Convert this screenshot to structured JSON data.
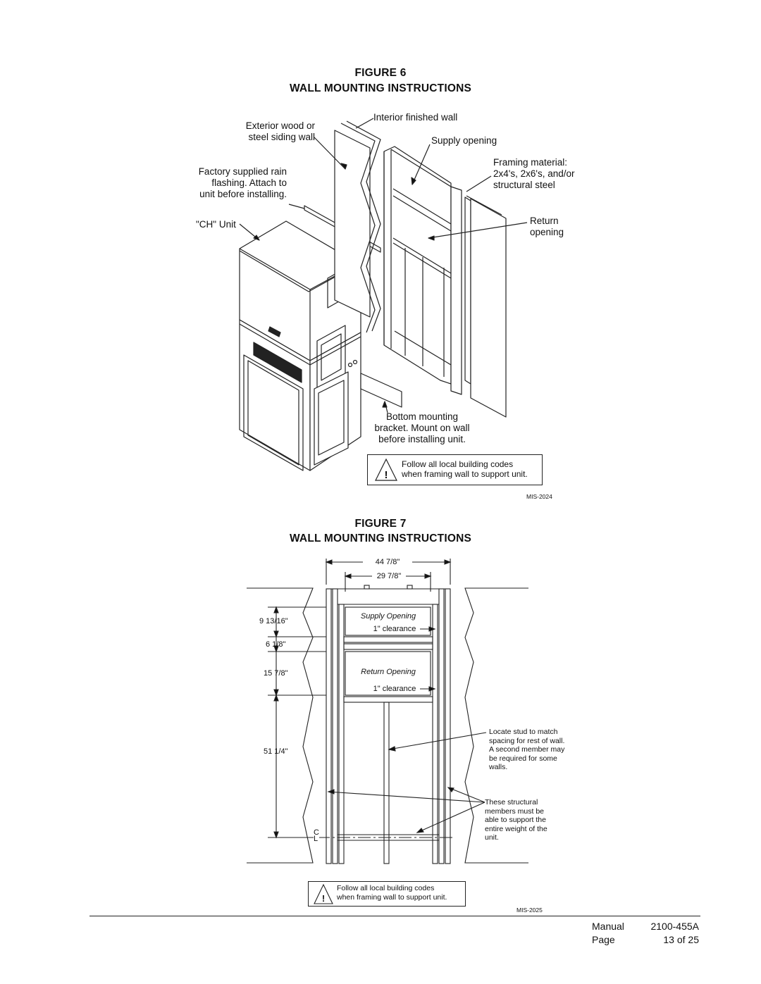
{
  "figure6": {
    "number": "FIGURE  6",
    "title": "WALL MOUNTING INSTRUCTIONS",
    "labels": {
      "exterior_wall": "Exterior wood or\nsteel siding wall",
      "interior_wall": "Interior finished wall",
      "supply_opening": "Supply opening",
      "framing": "Framing material:\n2x4's, 2x6's, and/or\nstructural steel",
      "rain_flashing": "Factory supplied rain\nflashing. Attach to\nunit before installing.",
      "ch_unit": "\"CH\" Unit",
      "return_opening": "Return\nopening",
      "bottom_bracket": "Bottom mounting\nbracket. Mount on wall\nbefore installing unit."
    },
    "warning": "Follow all local building codes\nwhen framing wall to support unit.",
    "code": "MIS-2024"
  },
  "figure7": {
    "number": "FIGURE  7",
    "title": "WALL MOUNTING INSTRUCTIONS",
    "dims": {
      "overall_width": "44 7/8\"",
      "inner_width": "29 7/8\"",
      "d1": "9 13/16\"",
      "d2": "6 1/8\"",
      "d3": "15 7/8\"",
      "d4": "51 1/4\""
    },
    "supply_opening": "Supply Opening",
    "return_opening": "Return Opening",
    "clearance": "1\" clearance",
    "centerline": "C\nL",
    "note_stud": "Locate stud to match\nspacing for rest of wall.\nA second member may\nbe required for some\nwalls.",
    "note_structural": "These structural\nmembers must be\nable to support the\nentire weight of the\nunit.",
    "warning": "Follow all local building codes\nwhen framing wall to support unit.",
    "code": "MIS-2025"
  },
  "footer": {
    "manual_label": "Manual",
    "manual_number": "2100-455A",
    "page_label": "Page",
    "page_number": "13 of 25"
  }
}
